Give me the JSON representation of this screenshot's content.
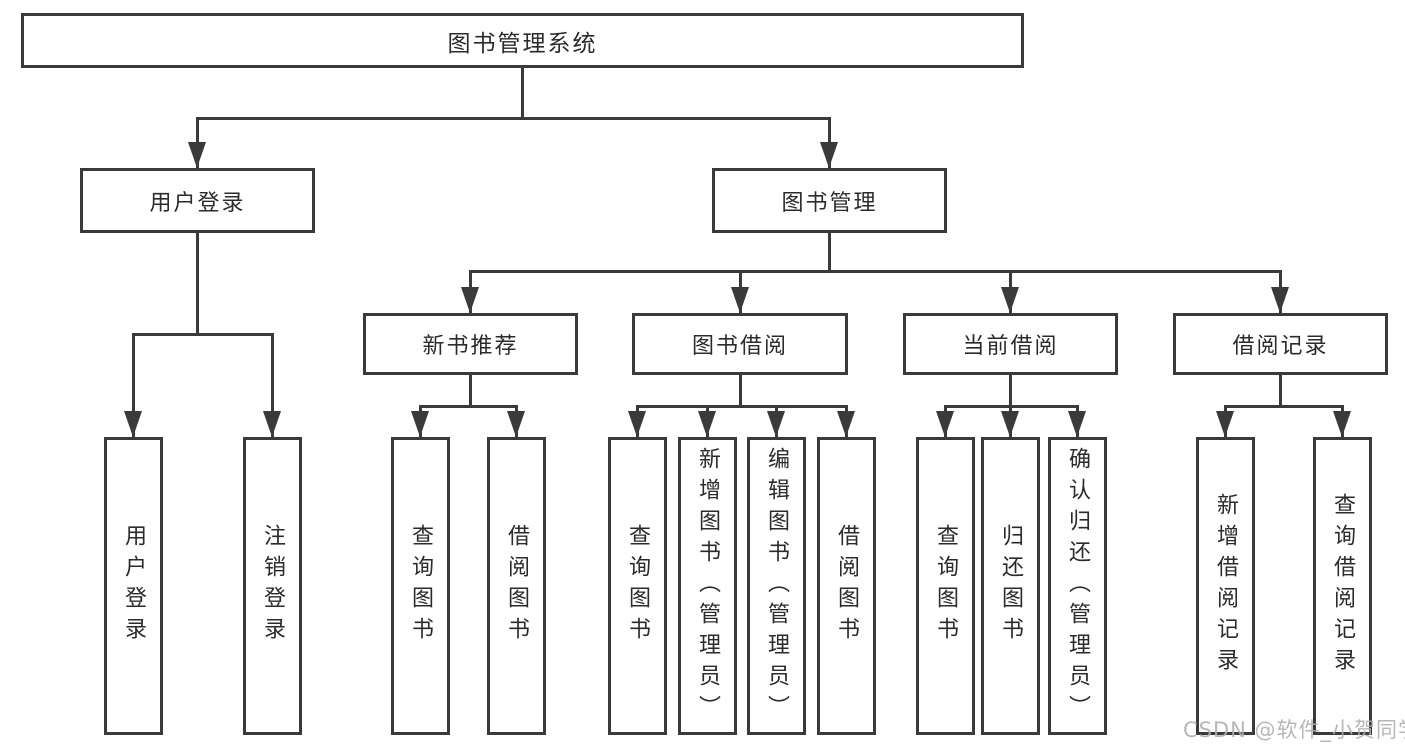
{
  "diagram": {
    "title": "图书管理系统",
    "level2": {
      "user_login": "用户登录",
      "book_mgmt": "图书管理"
    },
    "level3": {
      "new_book": "新书推荐",
      "book_borrow": "图书借阅",
      "current_borrow": "当前借阅",
      "borrow_record": "借阅记录"
    },
    "leaves": {
      "user_login": [
        "用户登录",
        "注销登录"
      ],
      "new_book": [
        "查询图书",
        "借阅图书"
      ],
      "book_borrow": [
        "查询图书",
        "新增图书（管理员）",
        "编辑图书（管理员）",
        "借阅图书"
      ],
      "current_borrow": [
        "查询图书",
        "归还图书",
        "确认归还（管理员）"
      ],
      "borrow_record": [
        "新增借阅记录",
        "查询借阅记录"
      ]
    },
    "colors": {
      "line": "#3a3a3a",
      "text": "#2b2b2b",
      "background": "#ffffff"
    }
  },
  "watermark": "CSDN @软件_小贺同学"
}
